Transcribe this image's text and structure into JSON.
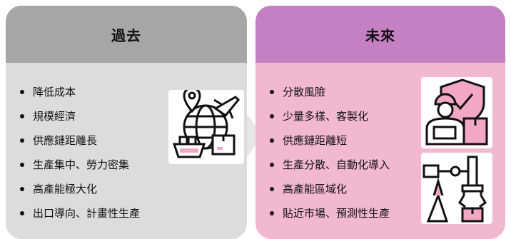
{
  "past": {
    "title": "過去",
    "items": [
      "降低成本",
      "規模經濟",
      "供應鏈距離長",
      "生產集中、勞力密集",
      "高產能極大化",
      "出口導向、計畫性生產"
    ],
    "icon": "globe-logistics-icon"
  },
  "future": {
    "title": "未來",
    "items": [
      "分散風險",
      "少量多樣、客製化",
      "供應鏈距離短",
      "生產分散、自動化導入",
      "高產能區域化",
      "貼近市場、預測性生產"
    ],
    "icons": [
      "delivery-shield-icon",
      "robot-arm-icon"
    ]
  },
  "colors": {
    "past_header": "#a6a6a6",
    "past_body": "#dcdcdc",
    "future_header": "#c57fc3",
    "future_body": "#f2b8cf",
    "icon_accent": "#f2a7c3"
  }
}
